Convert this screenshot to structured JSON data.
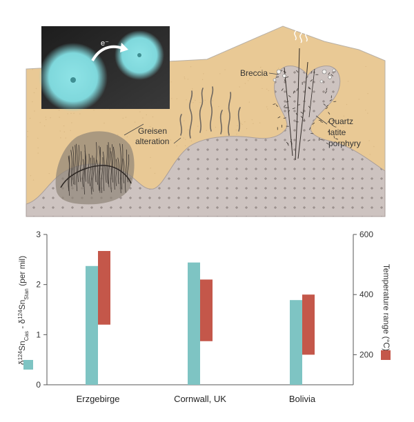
{
  "diagram": {
    "labels": {
      "greisen_line1": "Greisen",
      "greisen_line2": "alteration",
      "breccia": "Breccia",
      "quartz_line1": "Quartz",
      "quartz_line2": "latite",
      "quartz_line3": "porphyry",
      "electron": "e⁻"
    }
  },
  "chart_data": {
    "type": "bar",
    "categories": [
      "Erzgebirge",
      "Cornwall, UK",
      "Bolivia"
    ],
    "series": [
      {
        "values": [
          2.37,
          2.44,
          1.69
        ],
        "color": "#7ec4c3"
      },
      {
        "ranges": [
          [
            300,
            545
          ],
          [
            245,
            450
          ],
          [
            200,
            400
          ]
        ],
        "color": "#c4574a"
      }
    ],
    "left_axis": {
      "label_parts": [
        "δ",
        "124",
        "Sn",
        "Cas",
        " - δ",
        "124",
        "Sn",
        "Stan",
        " (per mil)"
      ],
      "ylim": [
        0,
        3
      ],
      "ticks": [
        "0",
        "1",
        "2",
        "3"
      ]
    },
    "right_axis": {
      "label": "Temperature range (°C)",
      "ylim": [
        100,
        600
      ],
      "ticks": [
        "200",
        "400",
        "600"
      ]
    },
    "grid": false
  }
}
